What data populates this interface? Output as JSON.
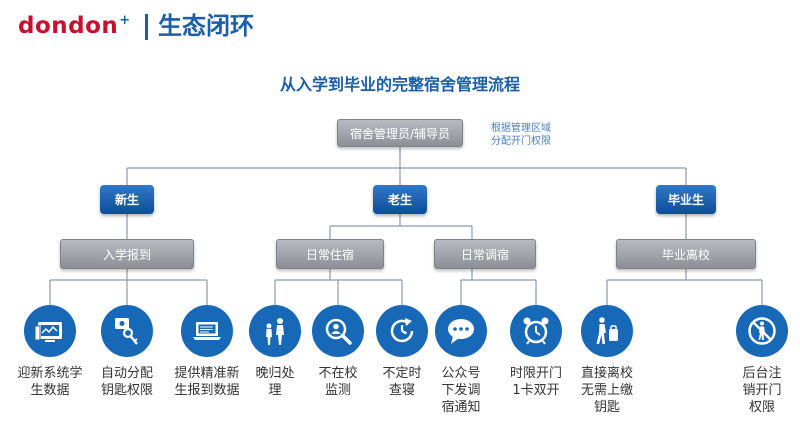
{
  "header": {
    "brand": "dondon",
    "brand_plus": "+",
    "title": "生态闭环"
  },
  "flow_title": "从入学到毕业的完整宿舍管理流程",
  "root": {
    "label": "宿舍管理员/辅导员",
    "note_line1": "根据管理区域",
    "note_line2": "分配开门权限"
  },
  "stages": {
    "new": "新生",
    "current": "老生",
    "graduate": "毕业生"
  },
  "phases": {
    "enroll": "入学报到",
    "daily_stay": "日常住宿",
    "daily_transfer": "日常调宿",
    "graduate_leave": "毕业离校"
  },
  "items": [
    {
      "icon": "student-data-icon",
      "label": "迎新系统学\n生数据"
    },
    {
      "icon": "key-assign-icon",
      "label": "自动分配\n钥匙权限"
    },
    {
      "icon": "laptop-data-icon",
      "label": "提供精准新\n生报到数据"
    },
    {
      "icon": "late-return-icon",
      "label": "晚归处\n理"
    },
    {
      "icon": "absence-monitor-icon",
      "label": "不在校\n监测"
    },
    {
      "icon": "room-check-icon",
      "label": "不定时\n查寝"
    },
    {
      "icon": "chat-notice-icon",
      "label": "公众号\n下发调\n宿通知"
    },
    {
      "icon": "alarm-clock-icon",
      "label": "时限开门\n1卡双开"
    },
    {
      "icon": "luggage-leave-icon",
      "label": "直接离校\n无需上缴\n钥匙"
    },
    {
      "icon": "no-entry-icon",
      "label": "后台注\n销开门\n权限"
    }
  ]
}
